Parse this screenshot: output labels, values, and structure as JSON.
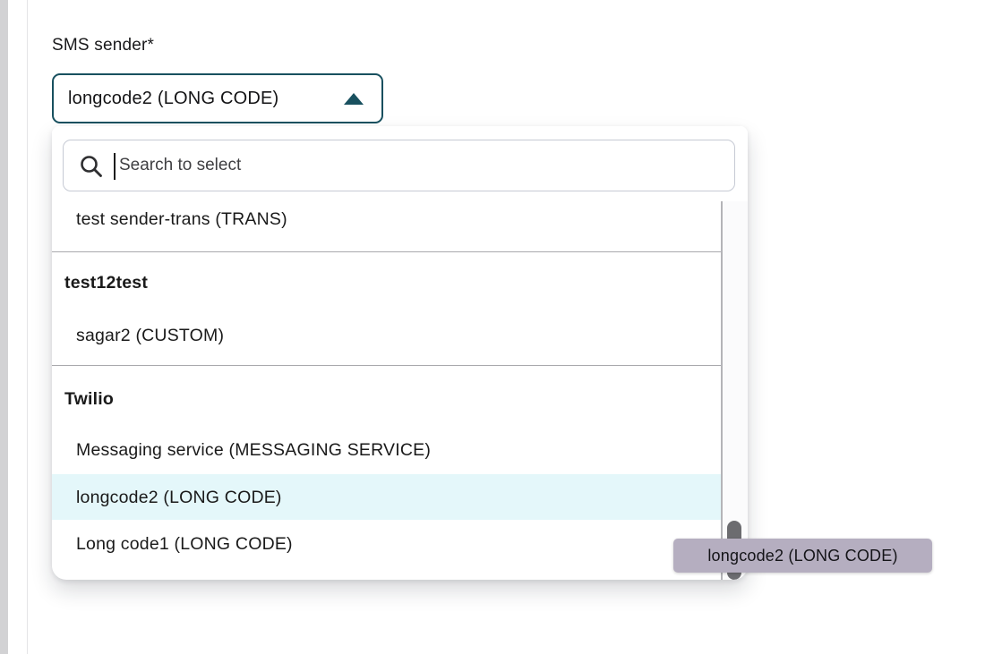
{
  "form": {
    "field_label": "SMS sender*"
  },
  "select": {
    "value": "longcode2 (LONG CODE)",
    "state": "expanded"
  },
  "search": {
    "placeholder": "Search to select",
    "value": ""
  },
  "dropdown": {
    "items": [
      {
        "type": "option",
        "label": "test sender-trans (TRANS)"
      },
      {
        "type": "group",
        "label": "test12test"
      },
      {
        "type": "option",
        "label": "sagar2 (CUSTOM)"
      },
      {
        "type": "group",
        "label": "Twilio"
      },
      {
        "type": "option",
        "label": "Messaging service (MESSAGING SERVICE)"
      },
      {
        "type": "option",
        "label": "longcode2 (LONG CODE)",
        "highlighted": true
      },
      {
        "type": "option",
        "label": "Long code1 (LONG CODE)"
      }
    ]
  },
  "tooltip": {
    "text": "longcode2 (LONG CODE)"
  },
  "colors": {
    "accent_teal": "#18505f",
    "option_highlight": "#e4f7fa",
    "tooltip_bg": "#b5aec0"
  }
}
